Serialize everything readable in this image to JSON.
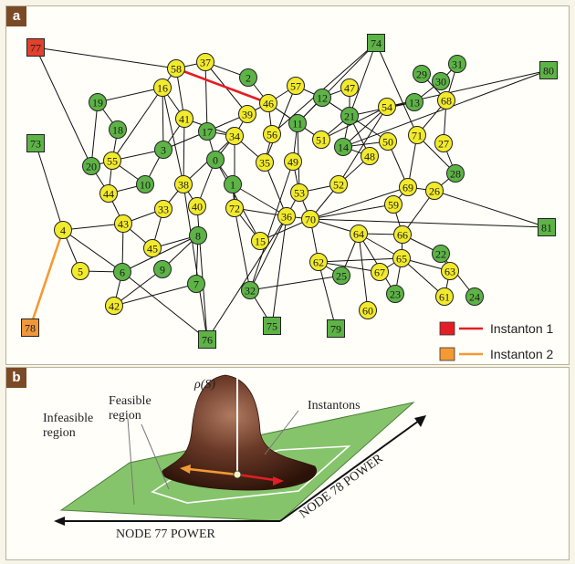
{
  "panel_a": {
    "label": "a",
    "legend": [
      {
        "label": "Instanton 1",
        "color": "#e31e24"
      },
      {
        "label": "Instanton 2",
        "color": "#f39a34"
      }
    ],
    "colors": {
      "yellow": "#f2ea2c",
      "green": "#5db346",
      "red": "#e2412d",
      "orange": "#f0973b"
    }
  },
  "panel_b": {
    "label": "b",
    "rho_label": "ρ(S)",
    "feasible_label": [
      "Feasible",
      "region"
    ],
    "infeasible_label": [
      "Infeasible",
      "region"
    ],
    "instantons_label": "Instantons",
    "axis_x_label": "NODE 77 POWER",
    "axis_y_label": "NODE 78 POWER"
  }
}
